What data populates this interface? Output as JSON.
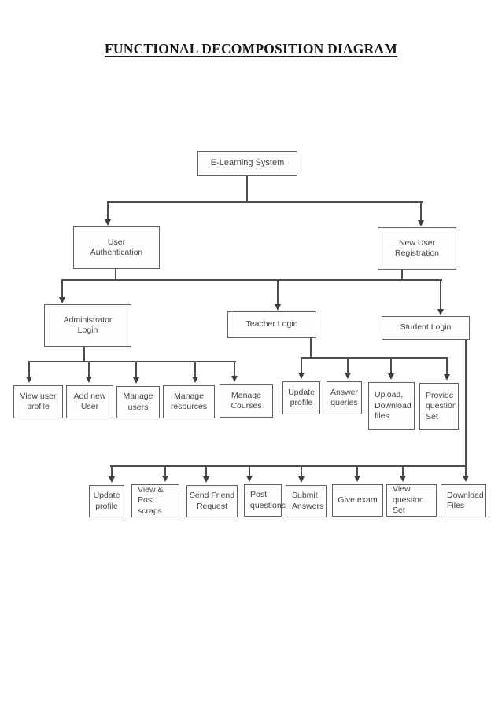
{
  "title": "FUNCTIONAL DECOMPOSITION DIAGRAM",
  "colors": {
    "box_border": "#606060",
    "connector": "#4c4c4c",
    "text": "#424242",
    "title_text": "#161616",
    "background": "#ffffff"
  },
  "tree": {
    "root": "E-Learning System",
    "level2": {
      "user_authentication": "User\nAuthentication",
      "new_user_registration": "New User\nRegistration"
    },
    "level3": {
      "administrator_login": "Administrator\nLogin",
      "teacher_login": "Teacher Login",
      "student_login": "Student Login"
    },
    "admin_children": {
      "view_user_profile": "View user\nprofile",
      "add_new_user": "Add new\nUser",
      "manage_users": "Manage\nusers",
      "manage_resources": "Manage\nresources",
      "manage_courses": "Manage\nCourses"
    },
    "teacher_children": {
      "update_profile": "Update\nprofile",
      "answer_queries": "Answer\nqueries",
      "upload_download_files": "Upload,\nDownload\nfiles",
      "provide_question_set": "Provide\nquestion\nSet"
    },
    "student_children": {
      "update_profile": "Update\nprofile",
      "view_post_scraps": "View &\nPost scraps",
      "send_friend_request": "Send Friend\nRequest",
      "post_questions": "Post\nquestions",
      "submit_answers": "Submit\nAnswers",
      "give_exam": "Give exam",
      "view_question_set": "View\nquestion Set",
      "download_files": "Download\nFiles"
    }
  }
}
